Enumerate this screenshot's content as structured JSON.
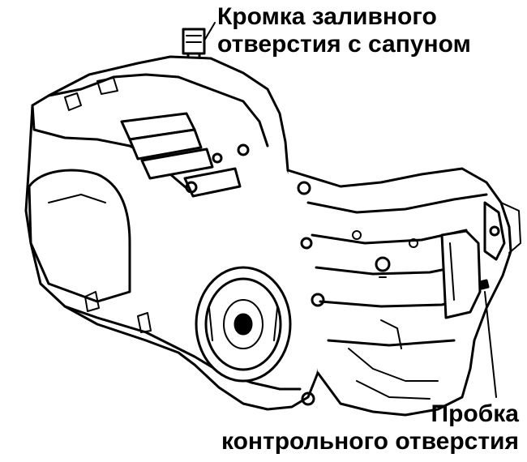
{
  "labels": {
    "breather": {
      "line1": "Кромка заливного",
      "line2": "отверстия с сапуном"
    },
    "check_plug": {
      "line1": "Пробка",
      "line2": "контрольного отверстия"
    }
  },
  "colors": {
    "ink": "#000000",
    "paper": "#ffffff"
  }
}
